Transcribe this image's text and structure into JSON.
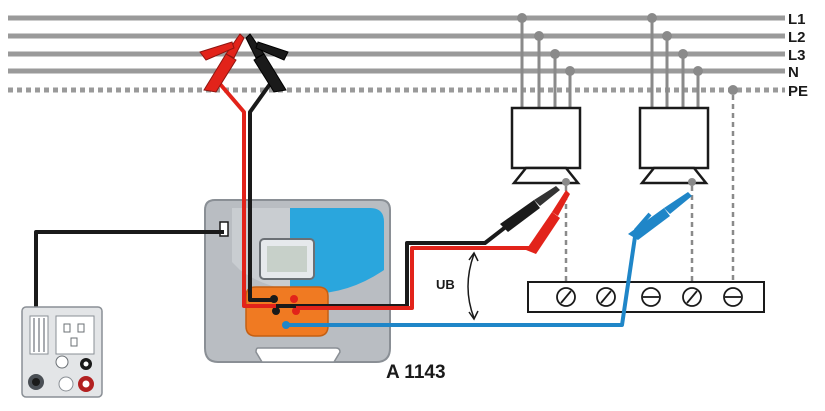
{
  "lines": {
    "l1": "L1",
    "l2": "L2",
    "l3": "L3",
    "n": "N",
    "pe": "PE"
  },
  "voltage_label": "UB",
  "device_model": "A 1143",
  "colors": {
    "wire_red": "#e2231a",
    "wire_black": "#1a1a1a",
    "wire_blue": "#1f86c8",
    "bus_grey": "#9a9a9a",
    "device_blue": "#2aa6dd",
    "device_grey": "#b9bdc2",
    "socket_orange": "#f07a22"
  }
}
